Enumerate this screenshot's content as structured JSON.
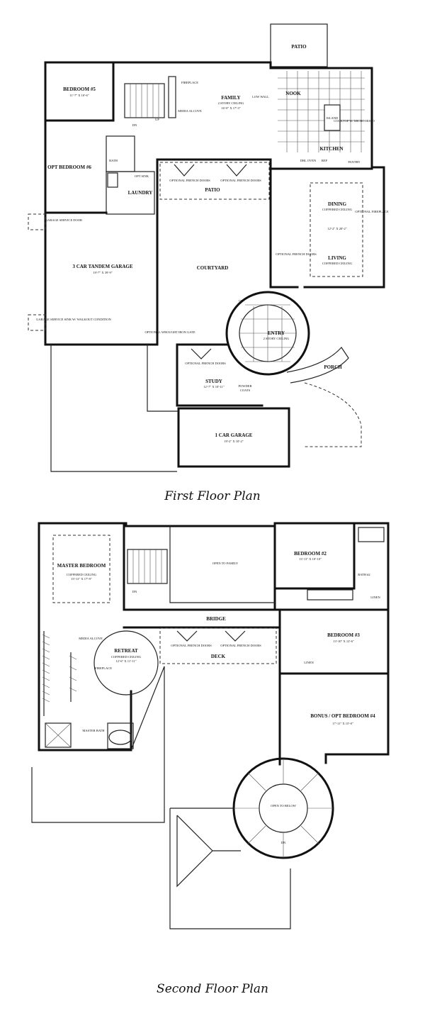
{
  "first_floor": {
    "caption": "First Floor Plan",
    "rooms": {
      "patio_top": "PATIO",
      "bedroom5": "BEDROOM #5",
      "bedroom5_dim": "11'-7\" X 10'-6\"",
      "fireplace": "FIREPLACE",
      "media_alcove": "MEDIA ALCOVE",
      "family": "FAMILY",
      "family_sub": "2 STORY CEILING",
      "family_dim": "16'-0\" X 17'-3\"",
      "low_wall": "LOW WALL",
      "nook": "NOOK",
      "island": "ISLAND",
      "cooktop": "COOKTOP W/ MICRO HOOD",
      "kitchen": "KITCHEN",
      "dbl_oven": "DBL OVEN",
      "ref": "REF",
      "pantry": "PANTRY",
      "opt_bedroom6": "OPT BEDROOM #6",
      "bath": "BATH",
      "opt_sink": "OPT SINK",
      "laundry": "LAUNDRY",
      "opt_french_doors": "OPTIONAL FRENCH DOORS",
      "patio_mid": "PATIO",
      "dining": "DINING",
      "coffered": "COFFERED CEILING",
      "dining_dim": "12'-2\" X 20'-2\"",
      "opt_fireplace": "OPTIONAL FIREPLACE",
      "living": "LIVING",
      "garage_service_door": "GARAGE SERVICE DOOR",
      "garage3": "3 CAR TANDEM GARAGE",
      "garage3_dim": "19'-7\" X 39'-9\"",
      "courtyard": "COURTYARD",
      "garage_service": "GARAGE SERVICE SINK W/ WALKOUT CONDITION",
      "opt_wrought_iron": "OPTIONAL WROUGHT IRON GATE",
      "entry": "ENTRY",
      "entry_sub": "2 STORY CEILING",
      "up": "UP",
      "dn": "DN",
      "study": "STUDY",
      "study_dim": "12'-7\" X 10'-11\"",
      "powder": "POWDER",
      "coats": "COATS",
      "porch": "PORCH",
      "garage1": "1 CAR GARAGE",
      "garage1_dim": "19'-2\" X 10'-2\""
    }
  },
  "second_floor": {
    "caption": "Second Floor Plan",
    "rooms": {
      "master": "MASTER BEDROOM",
      "master_sub": "COFFERED CEILING",
      "master_dim": "15'-11\" X 17'-9\"",
      "open_family": "OPEN TO FAMILY",
      "bedroom2": "BEDROOM #2",
      "bedroom2_dim": "13'-11\" X 10'-10\"",
      "bath2": "BATH #2",
      "linen": "LINEN",
      "dn": "DN",
      "bridge": "BRIDGE",
      "media_alcove": "MEDIA ALCOVE",
      "retreat": "RETREAT",
      "retreat_sub": "COFFERED CEILING",
      "retreat_dim": "12'-6\" X 11'-11\"",
      "fireplace": "FIREPLACE",
      "opt_french_doors": "OPTIONAL FRENCH DOORS",
      "deck": "DECK",
      "bedroom3": "BEDROOM #3",
      "bedroom3_dim": "13'-10\" X 12'-6\"",
      "master_bath": "MASTER BATH",
      "bonus": "BONUS / OPT BEDROOM #4",
      "bonus_dim": "17'-11\" X 15'-0\"",
      "open_below": "OPEN TO BELOW"
    }
  }
}
